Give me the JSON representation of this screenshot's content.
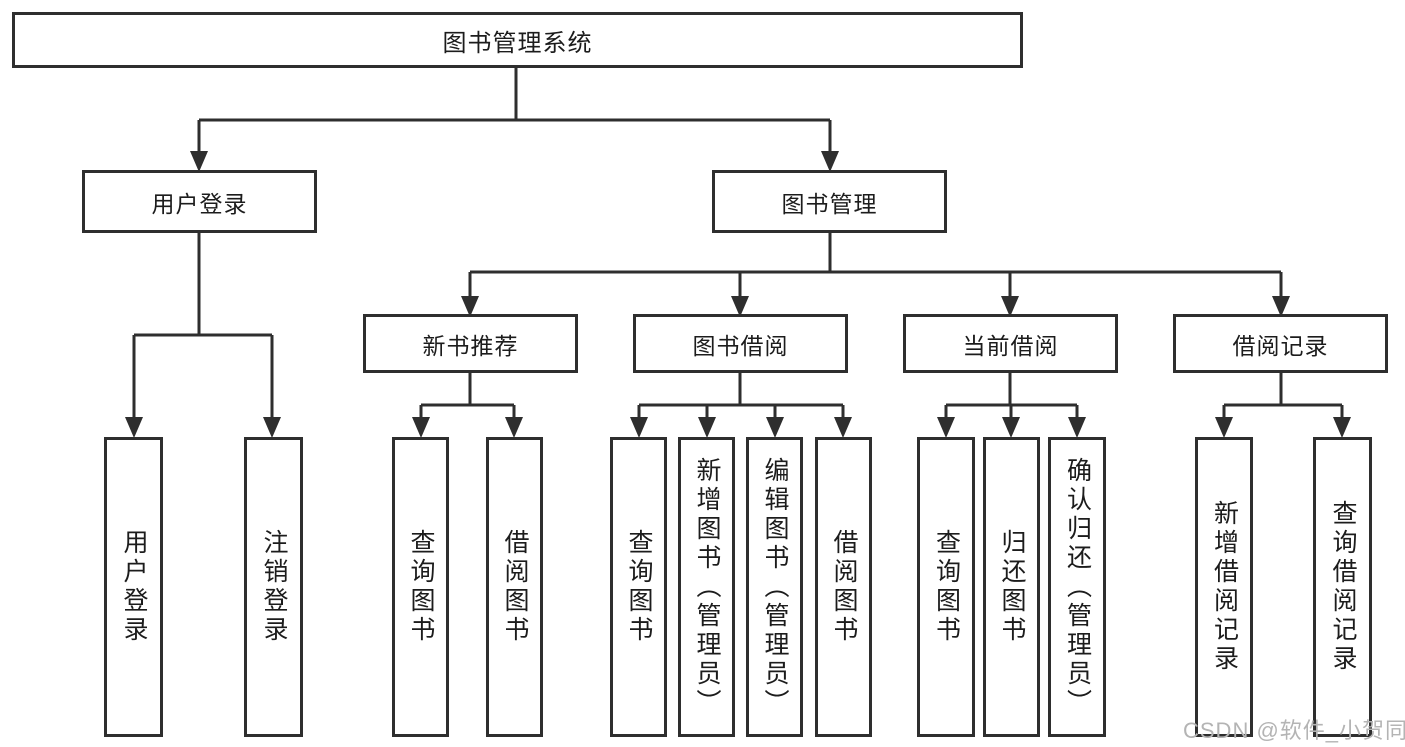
{
  "diagram": {
    "root": {
      "label": "图书管理系统"
    },
    "level1": [
      {
        "label": "用户登录"
      },
      {
        "label": "图书管理"
      }
    ],
    "level2": [
      {
        "label": "新书推荐"
      },
      {
        "label": "图书借阅"
      },
      {
        "label": "当前借阅"
      },
      {
        "label": "借阅记录"
      }
    ],
    "leaves": [
      {
        "label": "用户登录"
      },
      {
        "label": "注销登录"
      },
      {
        "label": "查询图书"
      },
      {
        "label": "借阅图书"
      },
      {
        "label": "查询图书"
      },
      {
        "label": "新增图书（管理员）"
      },
      {
        "label": "编辑图书（管理员）"
      },
      {
        "label": "借阅图书"
      },
      {
        "label": "查询图书"
      },
      {
        "label": "归还图书"
      },
      {
        "label": "确认归还（管理员）"
      },
      {
        "label": "新增借阅记录"
      },
      {
        "label": "查询借阅记录"
      }
    ]
  },
  "watermark": {
    "text": "CSDN @软件_小贺同学"
  },
  "colors": {
    "line": "#2e2e2e",
    "text": "#1c1c1c",
    "watermark": "#b4b4b4",
    "background": "#ffffff"
  }
}
